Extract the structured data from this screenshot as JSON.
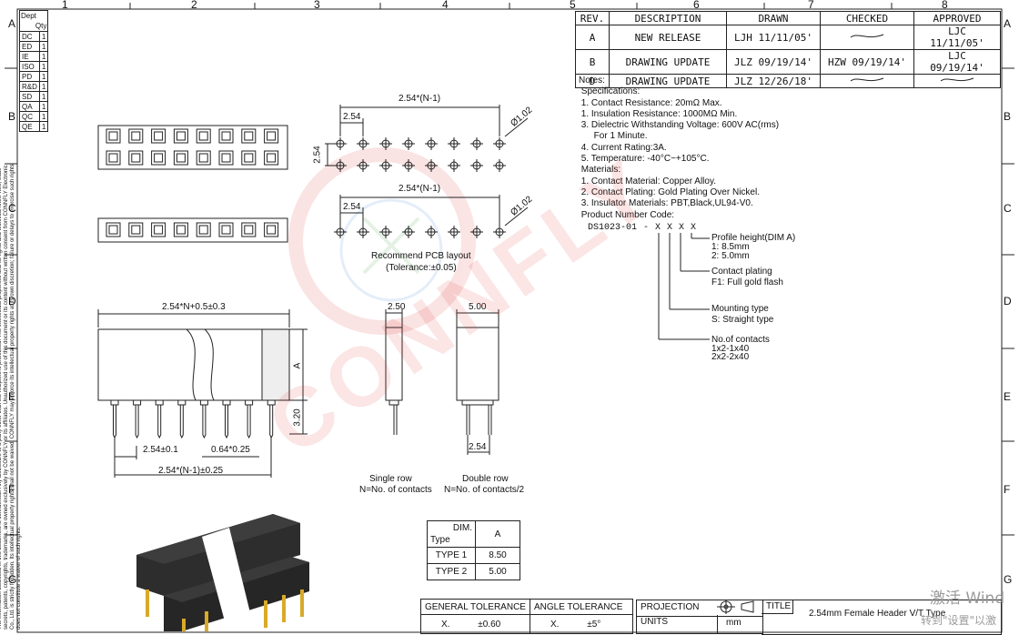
{
  "frame": {
    "col_numbers": [
      "1",
      "2",
      "3",
      "4",
      "5",
      "6",
      "7",
      "8"
    ],
    "row_letters": [
      "A",
      "B",
      "C",
      "D",
      "E",
      "F",
      "G"
    ]
  },
  "dept_table": {
    "header_dept": "Dept",
    "header_qty": "Qty",
    "rows": [
      {
        "dept": "DC",
        "qty": "1"
      },
      {
        "dept": "ED",
        "qty": "1"
      },
      {
        "dept": "IE",
        "qty": "1"
      },
      {
        "dept": "ISO",
        "qty": "1"
      },
      {
        "dept": "PD",
        "qty": "1"
      },
      {
        "dept": "R&D",
        "qty": "1"
      },
      {
        "dept": "SD",
        "qty": "1"
      },
      {
        "dept": "QA",
        "qty": "1"
      },
      {
        "dept": "QC",
        "qty": "1"
      },
      {
        "dept": "QE",
        "qty": "1"
      }
    ]
  },
  "legal_text": "The information disclosed in this document is confidential. Any disclosure to a party other than the recipient is prohibited. The intellectual properties and its rights and technical know-how, trade secrets, patents, copyrights, trademarks, are owned exclusively by CONNFLY or its affiliates. Unauthorized use of this document or its content without written consent from CONNFLY Electronic Co., Ltd. is strictly forbidden. Its intellectual property rights shall not be waived. CONNFLY may enforce its intellectual property rights at its own discretion; failure or delays to exercise such rights does not constitute a waiver of such rights.",
  "revision_table": {
    "headers": [
      "REV.",
      "DESCRIPTION",
      "DRAWN",
      "CHECKED",
      "APPROVED"
    ],
    "rows": [
      {
        "rev": "A",
        "desc": "NEW RELEASE",
        "drawn": "LJH 11/11/05'",
        "checked": "",
        "approved": "LJC 11/11/05'"
      },
      {
        "rev": "B",
        "desc": "DRAWING UPDATE",
        "drawn": "JLZ 09/19/14'",
        "checked": "HZW 09/19/14'",
        "approved": "LJC 09/19/14'"
      },
      {
        "rev": "D",
        "desc": "DRAWING UPDATE",
        "drawn": "JLZ 12/26/18'",
        "checked": "",
        "approved": ""
      }
    ]
  },
  "notes": {
    "lines": [
      "Notes:",
      " Specifications:",
      " 1. Contact Resistance: 20mΩ Max.",
      " 1. Insulation Resistance: 1000MΩ Min.",
      " 3. Dielectric Withstanding Voltage: 600V AC(rms)",
      "      For 1 Minute.",
      " 4. Current Rating:3A.",
      " 5. Temperature: -40°C~+105°C.",
      " Materials:",
      " 1. Contact Material: Copper Alloy.",
      " 2. Contact Plating: Gold Plating Over Nickel.",
      " 3. Insulator Materials: PBT,Black,UL94-V0.",
      " Product Number Code:"
    ]
  },
  "product_code": {
    "code": "DS1023-01 - X X X X",
    "profile_title": "Profile height(DIM A)",
    "profile_1": "1: 8.5mm",
    "profile_2": "2: 5.0mm",
    "plating_title": "Contact plating",
    "plating_1": "F1: Full gold flash",
    "mount_title": "Mounting type",
    "mount_1": "S: Straight type",
    "contacts_title": "No.of contacts",
    "contacts_1": "1x2-1x40",
    "contacts_2": "2x2-2x40"
  },
  "pcb": {
    "dim_top": "2.54*(N-1)",
    "pitch": "2.54",
    "hole": "Ø1.02",
    "row_pitch": "2.54",
    "caption_1": "Recommend PCB layout",
    "caption_2": "(Tolerance:±0.05)"
  },
  "front_view": {
    "length": "2.54*N+0.5±0.3",
    "dim_a": "A",
    "tail": "3.20",
    "pitch": "2.54±0.1",
    "pin": "0.64*0.25",
    "pin_span": "2.54*(N-1)±0.25"
  },
  "side_views": {
    "single_w": "2.50",
    "double_w": "5.00",
    "double_pitch": "2.54",
    "single_1": "Single row",
    "single_2": "N=No. of contacts",
    "double_1": "Double row",
    "double_2": "N=No. of contacts/2"
  },
  "dim_table": {
    "header_dim": "DIM.",
    "header_type": "Type",
    "header_a": "A",
    "rows": [
      {
        "type": "TYPE 1",
        "a": "8.50"
      },
      {
        "type": "TYPE 2",
        "a": "5.00"
      }
    ]
  },
  "title_block": {
    "general_tol": "GENERAL TOLERANCE",
    "angle_tol": "ANGLE TOLERANCE",
    "gen_x": "X.",
    "gen_val": "±0.60",
    "ang_x": "X.",
    "ang_val": "±5°",
    "projection": "PROJECTION",
    "units": "UNITS",
    "units_val": "mm",
    "title_label": "TITLE",
    "title": "2.54mm Female Header V/T Type"
  },
  "watermark": {
    "brand": "CONNFLY",
    "activate_1": "激活 Wind",
    "activate_2": "转到\"设置\"以激"
  },
  "colors": {
    "line": "#1a1a1a",
    "watermark": "#e03030",
    "pin_gold": "#d9a928"
  }
}
